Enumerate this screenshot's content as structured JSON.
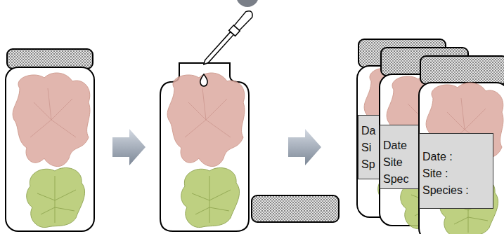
{
  "diagram": {
    "nodes": [
      {
        "text": [
          "Da",
          "Si",
          "Sp"
        ]
      },
      {
        "text": [
          "Date",
          "Site",
          "Spec"
        ]
      },
      {
        "text": [
          "Date :",
          "Site :",
          "Species :"
        ]
      }
    ]
  }
}
